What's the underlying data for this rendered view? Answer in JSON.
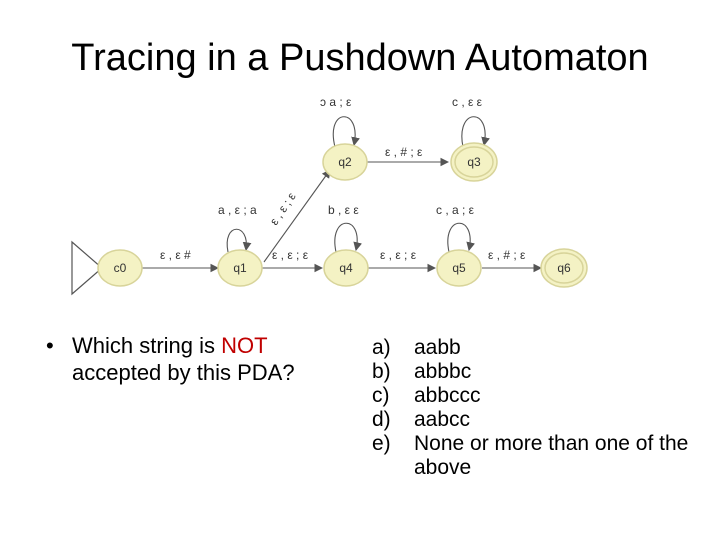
{
  "title": "Tracing in a Pushdown Automaton",
  "states": {
    "c0": "c0",
    "q1": "q1",
    "q2": "q2",
    "q3": "q3",
    "q4": "q4",
    "q5": "q5",
    "q6": "q6"
  },
  "edges": {
    "c0_q1": "ε , ε   #",
    "q1_self": "a , ε ; a",
    "q1_q2": "ε , ε ; ε",
    "q1_q4": "ε , ε ; ε",
    "q2_self": "ɔ   a ; ε",
    "q2_q3": "ε , # ; ε",
    "q3_self": "c , ε   ε",
    "q4_self": "b , ε   ε",
    "q4_q5": "ε , ε ; ε",
    "q5_self": "c , a ; ε",
    "q5_q6": "ε , # ; ε"
  },
  "question": {
    "bullet": "•",
    "text_before": "Which string is ",
    "emphasis": "NOT",
    "text_after": " accepted by this PDA?",
    "emphasis_color": "#c00000"
  },
  "answers": [
    {
      "letter": "a)",
      "text": " aabb"
    },
    {
      "letter": "b)",
      "text": " abbbc"
    },
    {
      "letter": "c)",
      "text": " abbccc"
    },
    {
      "letter": "d)",
      "text": "aabcc"
    },
    {
      "letter": "e)",
      "text": "None or more than one of the above"
    }
  ]
}
